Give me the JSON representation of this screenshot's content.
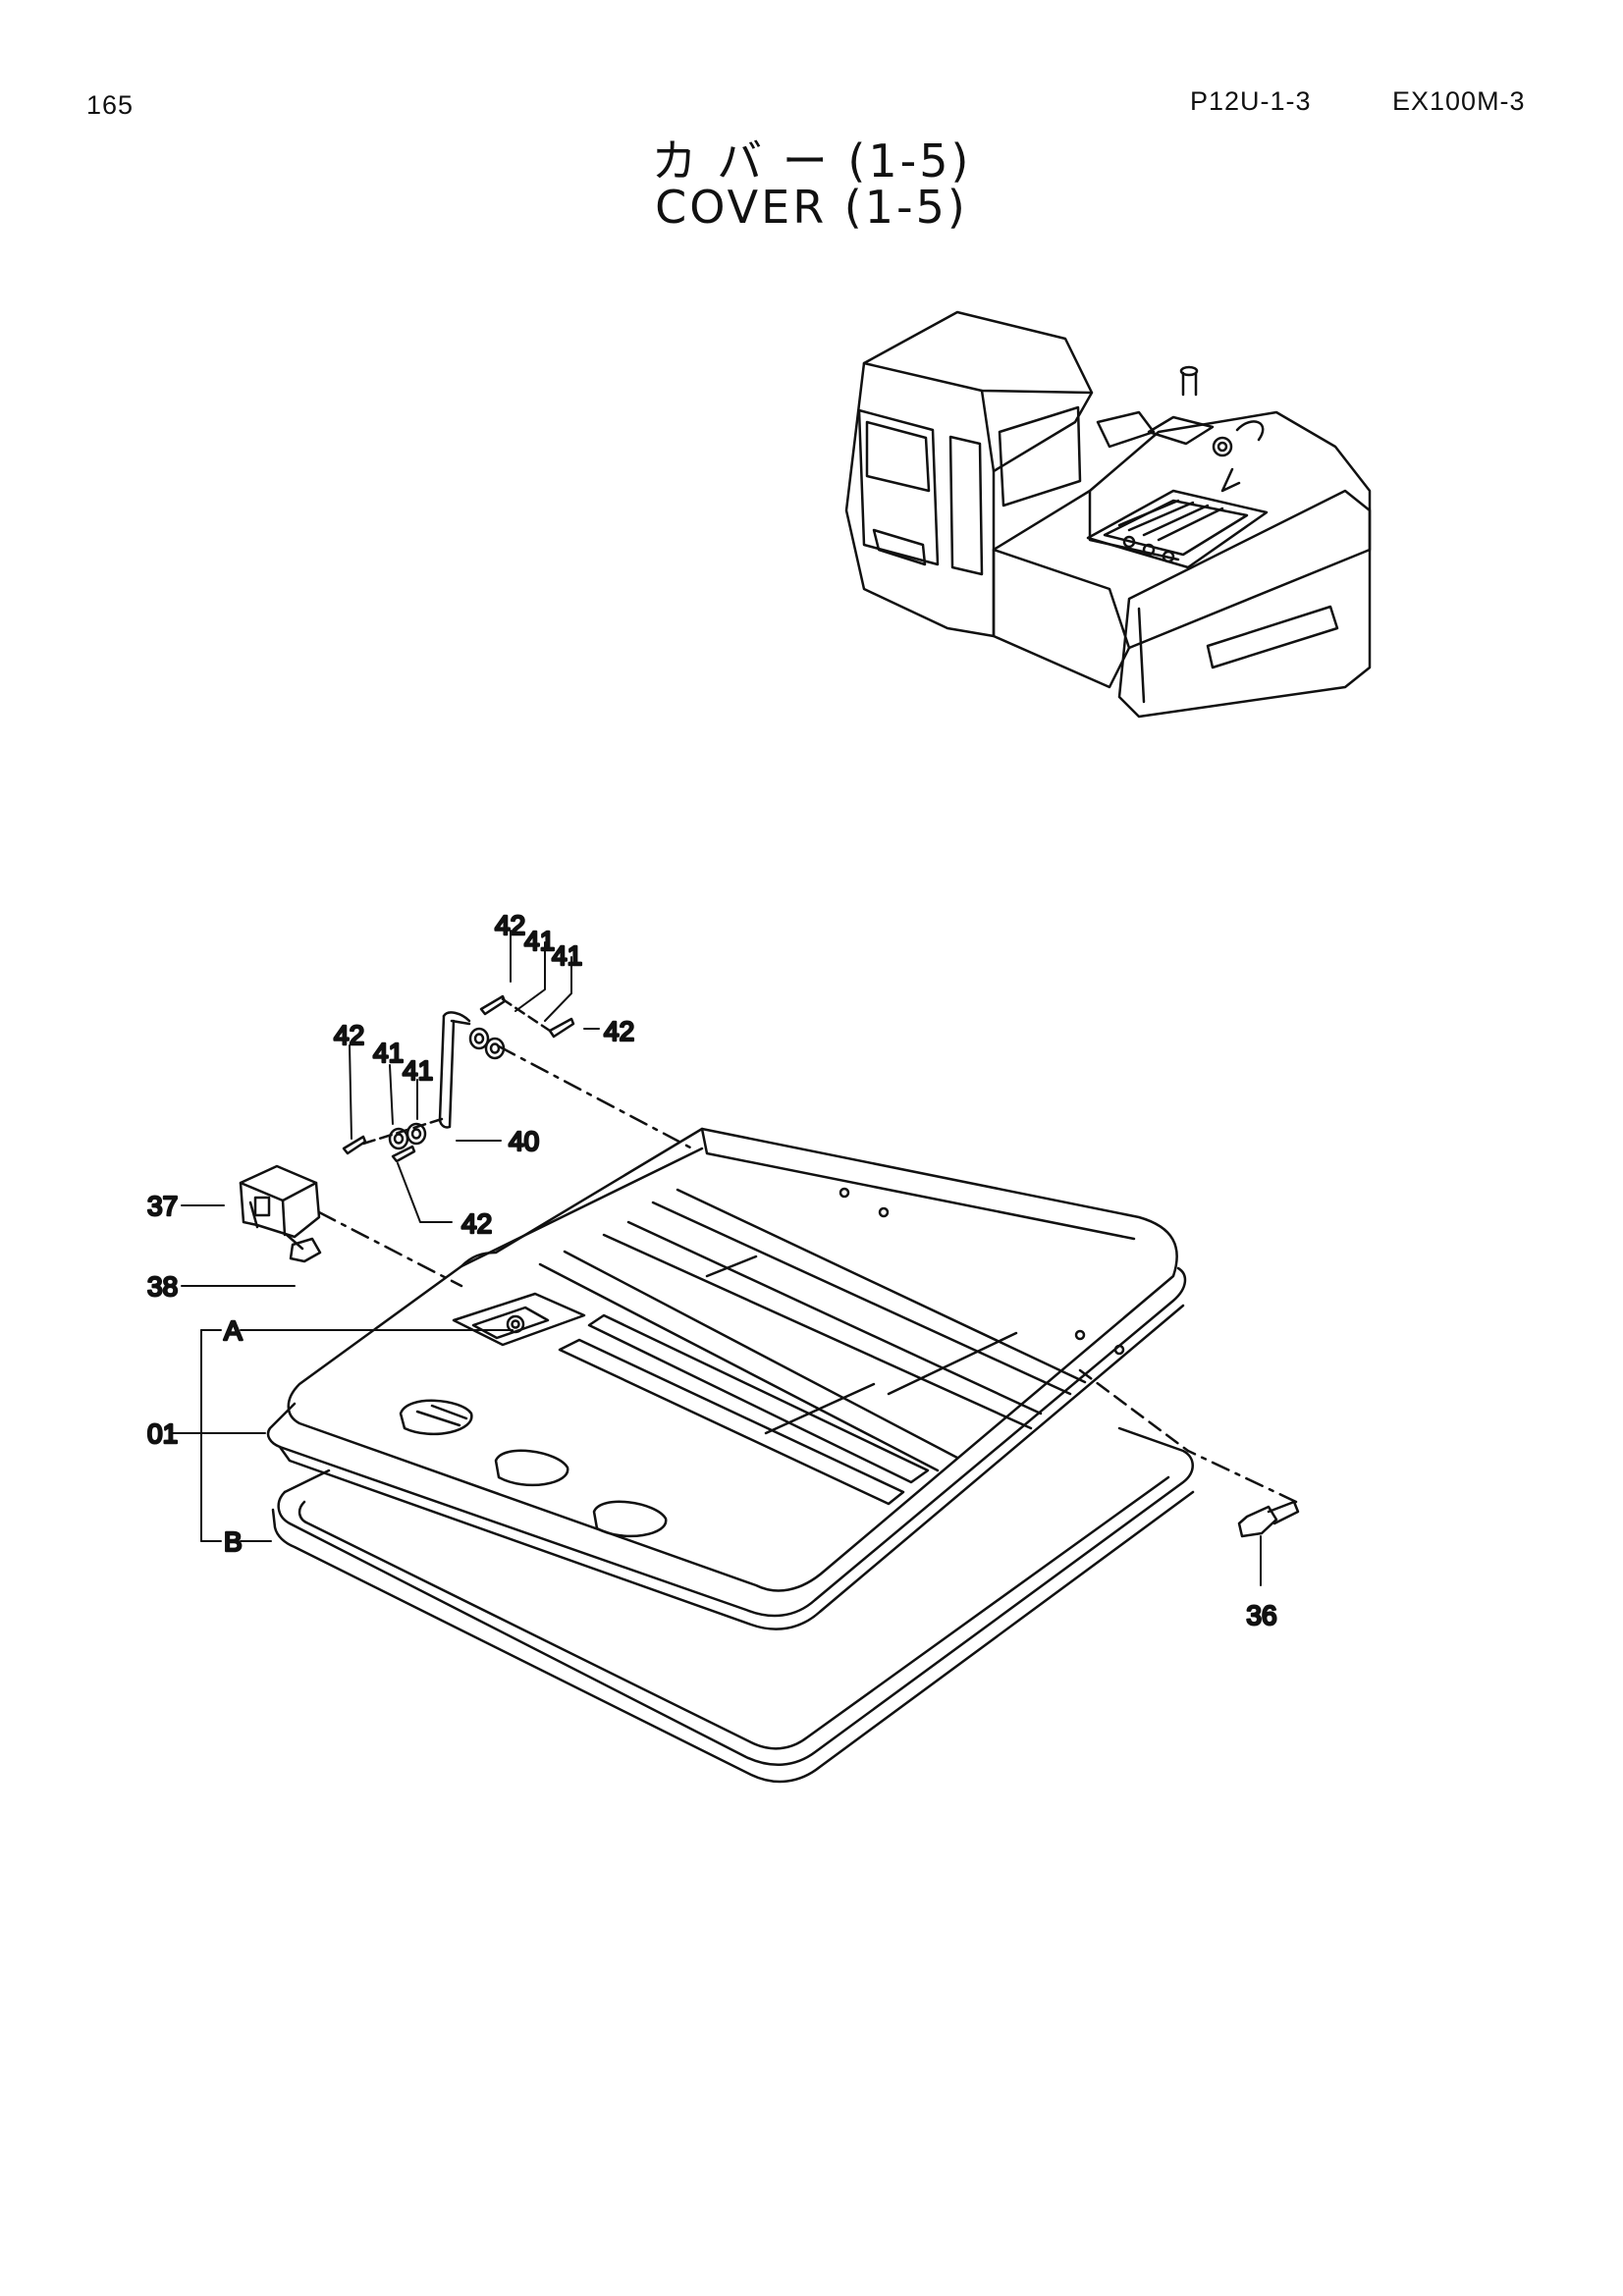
{
  "header": {
    "page_number": "165",
    "catalog_code": "P12U-1-3",
    "model": "EX100M-3"
  },
  "title": {
    "japanese": "カ バ ー  (1-5)",
    "english": "COVER (1-5)"
  },
  "callouts": {
    "c36": "36",
    "c37": "37",
    "c38": "38",
    "c40": "40",
    "c41a": "41",
    "c41b": "41",
    "c41c": "41",
    "c41d": "41",
    "c42a": "42",
    "c42b": "42",
    "c42c": "42",
    "c42d": "42",
    "c01": "01",
    "cA": "A",
    "cB": "B"
  }
}
